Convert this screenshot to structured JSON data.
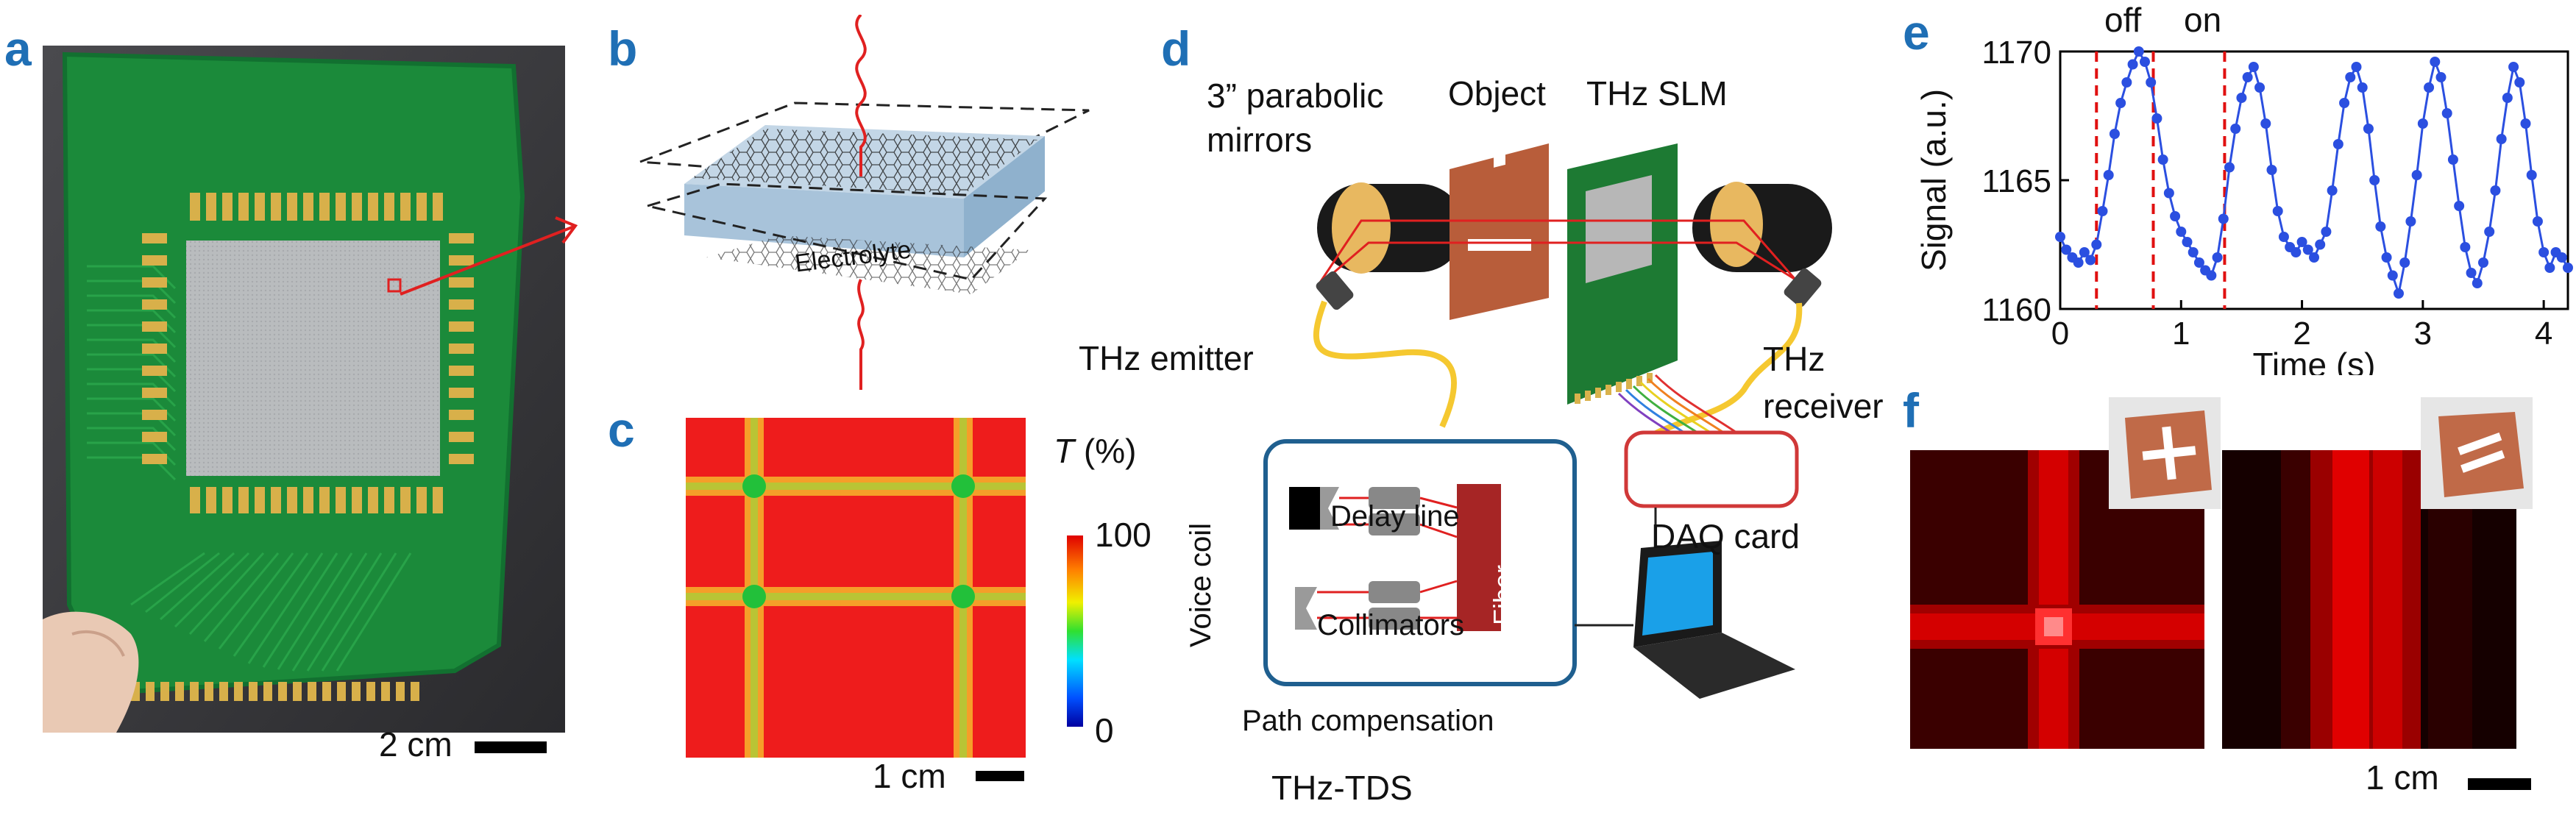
{
  "panels": {
    "a": {
      "label": "a",
      "scale": "2 cm"
    },
    "b": {
      "label": "b",
      "electrolyte": "Electrolyte"
    },
    "c": {
      "label": "c",
      "colorbar_title_var": "T",
      "colorbar_title_unit": " (%)",
      "cb_max": "100",
      "cb_min": "0",
      "scale": "1 cm"
    },
    "d": {
      "label": "d",
      "mirrors": "3” parabolic\nmirrors",
      "object": "Object",
      "slm": "THz SLM",
      "emitter": "THz emitter",
      "receiver": "THz\nreceiver",
      "delay": "Delay line",
      "voice": "Voice coil",
      "collimators": "Collimators",
      "fiber": "Fiber\nlaser",
      "path": "Path compensation",
      "daq": "DAQ card",
      "tds": "THz-TDS"
    },
    "e": {
      "label": "e",
      "off": "off",
      "on": "on"
    },
    "f": {
      "label": "f",
      "scale": "1 cm"
    }
  },
  "chart_data": {
    "type": "line",
    "xlabel": "Time (s)",
    "ylabel": "Signal (a.u.)",
    "xlim": [
      0,
      4.2
    ],
    "ylim": [
      1160,
      1170
    ],
    "xticks": [
      "0",
      "1",
      "2",
      "3",
      "4"
    ],
    "yticks": [
      "1160",
      "1165",
      "1170"
    ],
    "markers": [
      0.3,
      0.77,
      1.36
    ],
    "colors": {
      "line": "#2b4fe0",
      "marker_line": "#e01010"
    },
    "series": [
      {
        "x": [
          0,
          0.05,
          0.1,
          0.15,
          0.2,
          0.25,
          0.3,
          0.35,
          0.4,
          0.45,
          0.5,
          0.55,
          0.6,
          0.65,
          0.7,
          0.75,
          0.8,
          0.85,
          0.9,
          0.95,
          1.0,
          1.05,
          1.1,
          1.15,
          1.2,
          1.25,
          1.3,
          1.35,
          1.4,
          1.45,
          1.5,
          1.55,
          1.6,
          1.65,
          1.7,
          1.75,
          1.8,
          1.85,
          1.9,
          1.95,
          2.0,
          2.05,
          2.1,
          2.15,
          2.2,
          2.25,
          2.3,
          2.35,
          2.4,
          2.45,
          2.5,
          2.55,
          2.6,
          2.65,
          2.7,
          2.75,
          2.8,
          2.85,
          2.9,
          2.95,
          3.0,
          3.05,
          3.1,
          3.15,
          3.2,
          3.25,
          3.3,
          3.35,
          3.4,
          3.45,
          3.5,
          3.55,
          3.6,
          3.65,
          3.7,
          3.75,
          3.8,
          3.85,
          3.9,
          3.95,
          4.0,
          4.05,
          4.1,
          4.15,
          4.2
        ],
        "y": [
          1162.8,
          1162.3,
          1162.0,
          1161.8,
          1162.2,
          1161.9,
          1162.5,
          1163.8,
          1165.2,
          1166.8,
          1168.0,
          1168.8,
          1169.5,
          1170.0,
          1169.6,
          1168.8,
          1167.4,
          1165.8,
          1164.5,
          1163.6,
          1163.0,
          1162.6,
          1162.2,
          1161.8,
          1161.5,
          1161.3,
          1162.0,
          1163.5,
          1165.5,
          1167.0,
          1168.2,
          1169.0,
          1169.4,
          1168.6,
          1167.2,
          1165.4,
          1163.8,
          1162.8,
          1162.4,
          1162.2,
          1162.6,
          1162.3,
          1162.0,
          1162.5,
          1163.0,
          1164.6,
          1166.4,
          1168.0,
          1169.0,
          1169.4,
          1168.6,
          1167.0,
          1165.0,
          1163.2,
          1162.0,
          1161.3,
          1160.6,
          1161.8,
          1163.4,
          1165.2,
          1167.2,
          1168.6,
          1169.6,
          1169.0,
          1167.6,
          1165.8,
          1164.0,
          1162.4,
          1161.4,
          1161.0,
          1161.8,
          1163.0,
          1164.6,
          1166.6,
          1168.2,
          1169.4,
          1168.8,
          1167.2,
          1165.2,
          1163.4,
          1162.2,
          1161.6,
          1162.2,
          1162.0,
          1161.6
        ]
      }
    ]
  }
}
